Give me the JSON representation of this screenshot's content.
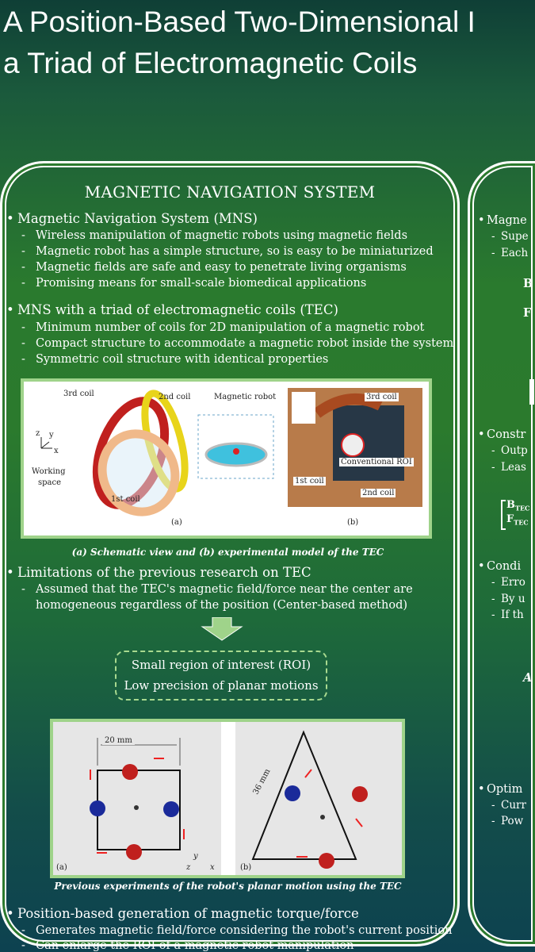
{
  "title": {
    "line1": "A Position-Based Two-Dimensional I",
    "line2": "a Triad of Electromagnetic Coils"
  },
  "left": {
    "section_title": "MAGNETIC NAVIGATION SYSTEM",
    "bullets": [
      {
        "label": "Magnetic Navigation System (MNS)",
        "items": [
          "Wireless manipulation of magnetic robots using magnetic fields",
          "Magnetic robot has a simple structure, so is easy to be miniaturized",
          "Magnetic fields are safe and easy to penetrate living organisms",
          "Promising means for small-scale biomedical applications"
        ]
      },
      {
        "label": "MNS with a triad of electromagnetic coils (TEC)",
        "items": [
          "Minimum number of coils for 2D manipulation of a magnetic robot",
          "Compact structure to accommodate a magnetic robot inside the system",
          "Symmetric coil structure with identical properties"
        ]
      },
      {
        "label": "Limitations of the previous research on TEC",
        "items": [
          "Assumed that the TEC's magnetic field/force near the center are",
          "homogeneous regardless of the position (Center-based method)"
        ]
      },
      {
        "label": "Position-based generation of magnetic torque/force",
        "items": [
          "Generates magnetic field/force considering the robot's current position",
          "Can enlarge the ROI of a magnetic robot manipulation"
        ]
      }
    ],
    "figure1": {
      "labels": {
        "coil3": "3rd coil",
        "coil2": "2nd coil",
        "coil1": "1st coil",
        "robot": "Magnetic robot",
        "work1": "Working",
        "work2": "space",
        "a": "(a)",
        "b": "(b)",
        "roi": "Conventional ROI",
        "p3": "3rd  coil",
        "p1": "1st coil",
        "p2": "2nd  coil",
        "z": "z",
        "y": "y",
        "x": "x"
      },
      "caption": "(a) Schematic view and (b) experimental model of the TEC"
    },
    "roi_box": {
      "line1": "Small region of interest (ROI)",
      "line2": "Low precision of planar motions"
    },
    "figure2": {
      "labels": {
        "dim_a": "20 mm",
        "dim_b": "36 mm",
        "a": "(a)",
        "b": "(b)",
        "z": "z",
        "y": "y",
        "x": "x"
      },
      "caption": "Previous experiments of the robot's planar motion using the TEC"
    }
  },
  "right": {
    "b1": "Magne",
    "b1_items": [
      "Supe",
      "Each"
    ],
    "eq1": "B",
    "eq2": "F",
    "b2": "Constr",
    "b2_items": [
      "Outp",
      "Leas"
    ],
    "mat1": "B",
    "mat1_sub": "TEC",
    "mat2": "F",
    "mat2_sub": "TEC",
    "b3": "Condi",
    "b3_items": [
      "Erro",
      "By u",
      "If th"
    ],
    "eq3": "A",
    "b4": "Optim",
    "b4_items": [
      "Curr",
      "Pow"
    ]
  },
  "colors": {
    "accent_border": "#9fd38a",
    "coil_red": "#c0201e",
    "coil_yellow": "#e8d41a",
    "coil_peach": "#f0b98a"
  }
}
